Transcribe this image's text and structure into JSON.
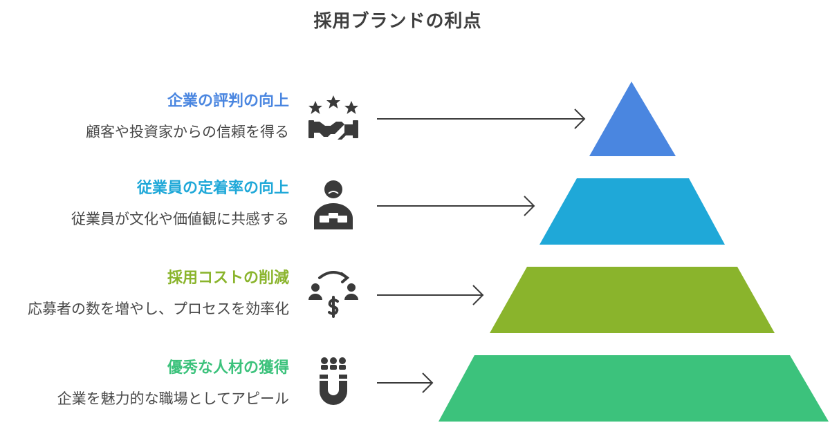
{
  "title": "採用ブランドの利点",
  "levels": [
    {
      "heading": "企業の評判の向上",
      "description": "顧客や投資家からの信頼を得る",
      "color": "#4a86e0",
      "icon": "stars-handshake-icon"
    },
    {
      "heading": "従業員の定着率の向上",
      "description": "従業員が文化や価値観に共感する",
      "color": "#1fa8d8",
      "icon": "employee-desk-icon"
    },
    {
      "heading": "採用コストの削減",
      "description": "応募者の数を増やし、プロセスを効率化",
      "color": "#8ab42c",
      "icon": "people-exchange-dollar-icon"
    },
    {
      "heading": "優秀な人材の獲得",
      "description": "企業を魅力的な職場としてアピール",
      "color": "#3cc27c",
      "icon": "magnet-people-icon"
    }
  ],
  "text_color": "#484848",
  "arrow_color": "#3a3a3a"
}
